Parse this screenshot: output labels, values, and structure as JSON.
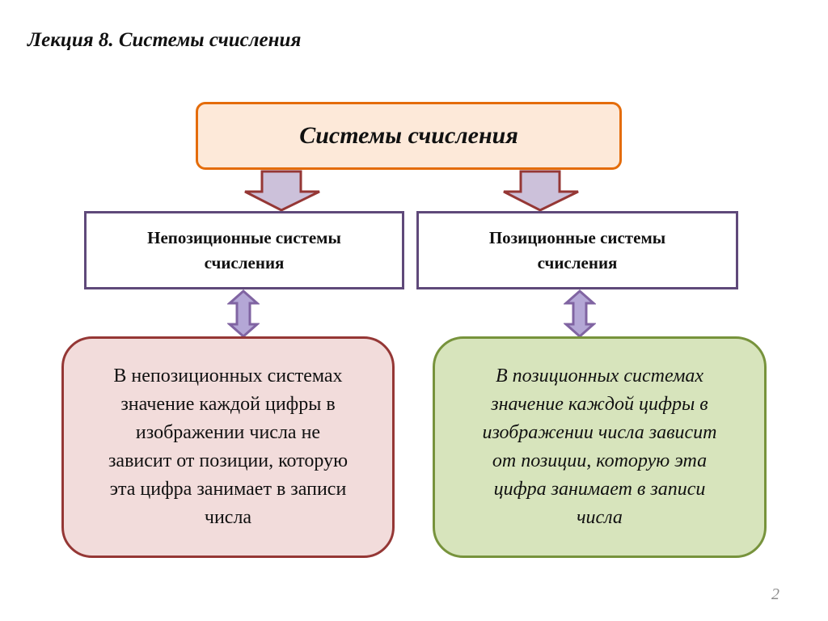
{
  "slide": {
    "title": "Лекция 8. Системы счисления",
    "page_number": "2"
  },
  "diagram": {
    "root": {
      "label": "Системы счисления",
      "fill": "#fde9d9",
      "border": "#e46c0a"
    },
    "categories": [
      {
        "label": "Непозиционные системы\nсчисления",
        "description": "В непозиционных системах\nзначение каждой цифры в\nизображении числа не\nзависит от позиции, которую\nэта цифра занимает  в записи\nчисла",
        "description_fill": "#f2dcdb",
        "description_border": "#953735"
      },
      {
        "label": "Позиционные  системы\nсчисления",
        "description": "В позиционных системах\nзначение каждой цифры в\nизображении числа  зависит\nот позиции, которую эта\nцифра занимает  в записи\nчисла",
        "description_fill": "#d7e4bc",
        "description_border": "#77933c"
      }
    ],
    "arrow_fill": "#ccc1da",
    "down_arrow_stroke": "#953735",
    "updown_arrow_stroke": "#8064a2"
  }
}
